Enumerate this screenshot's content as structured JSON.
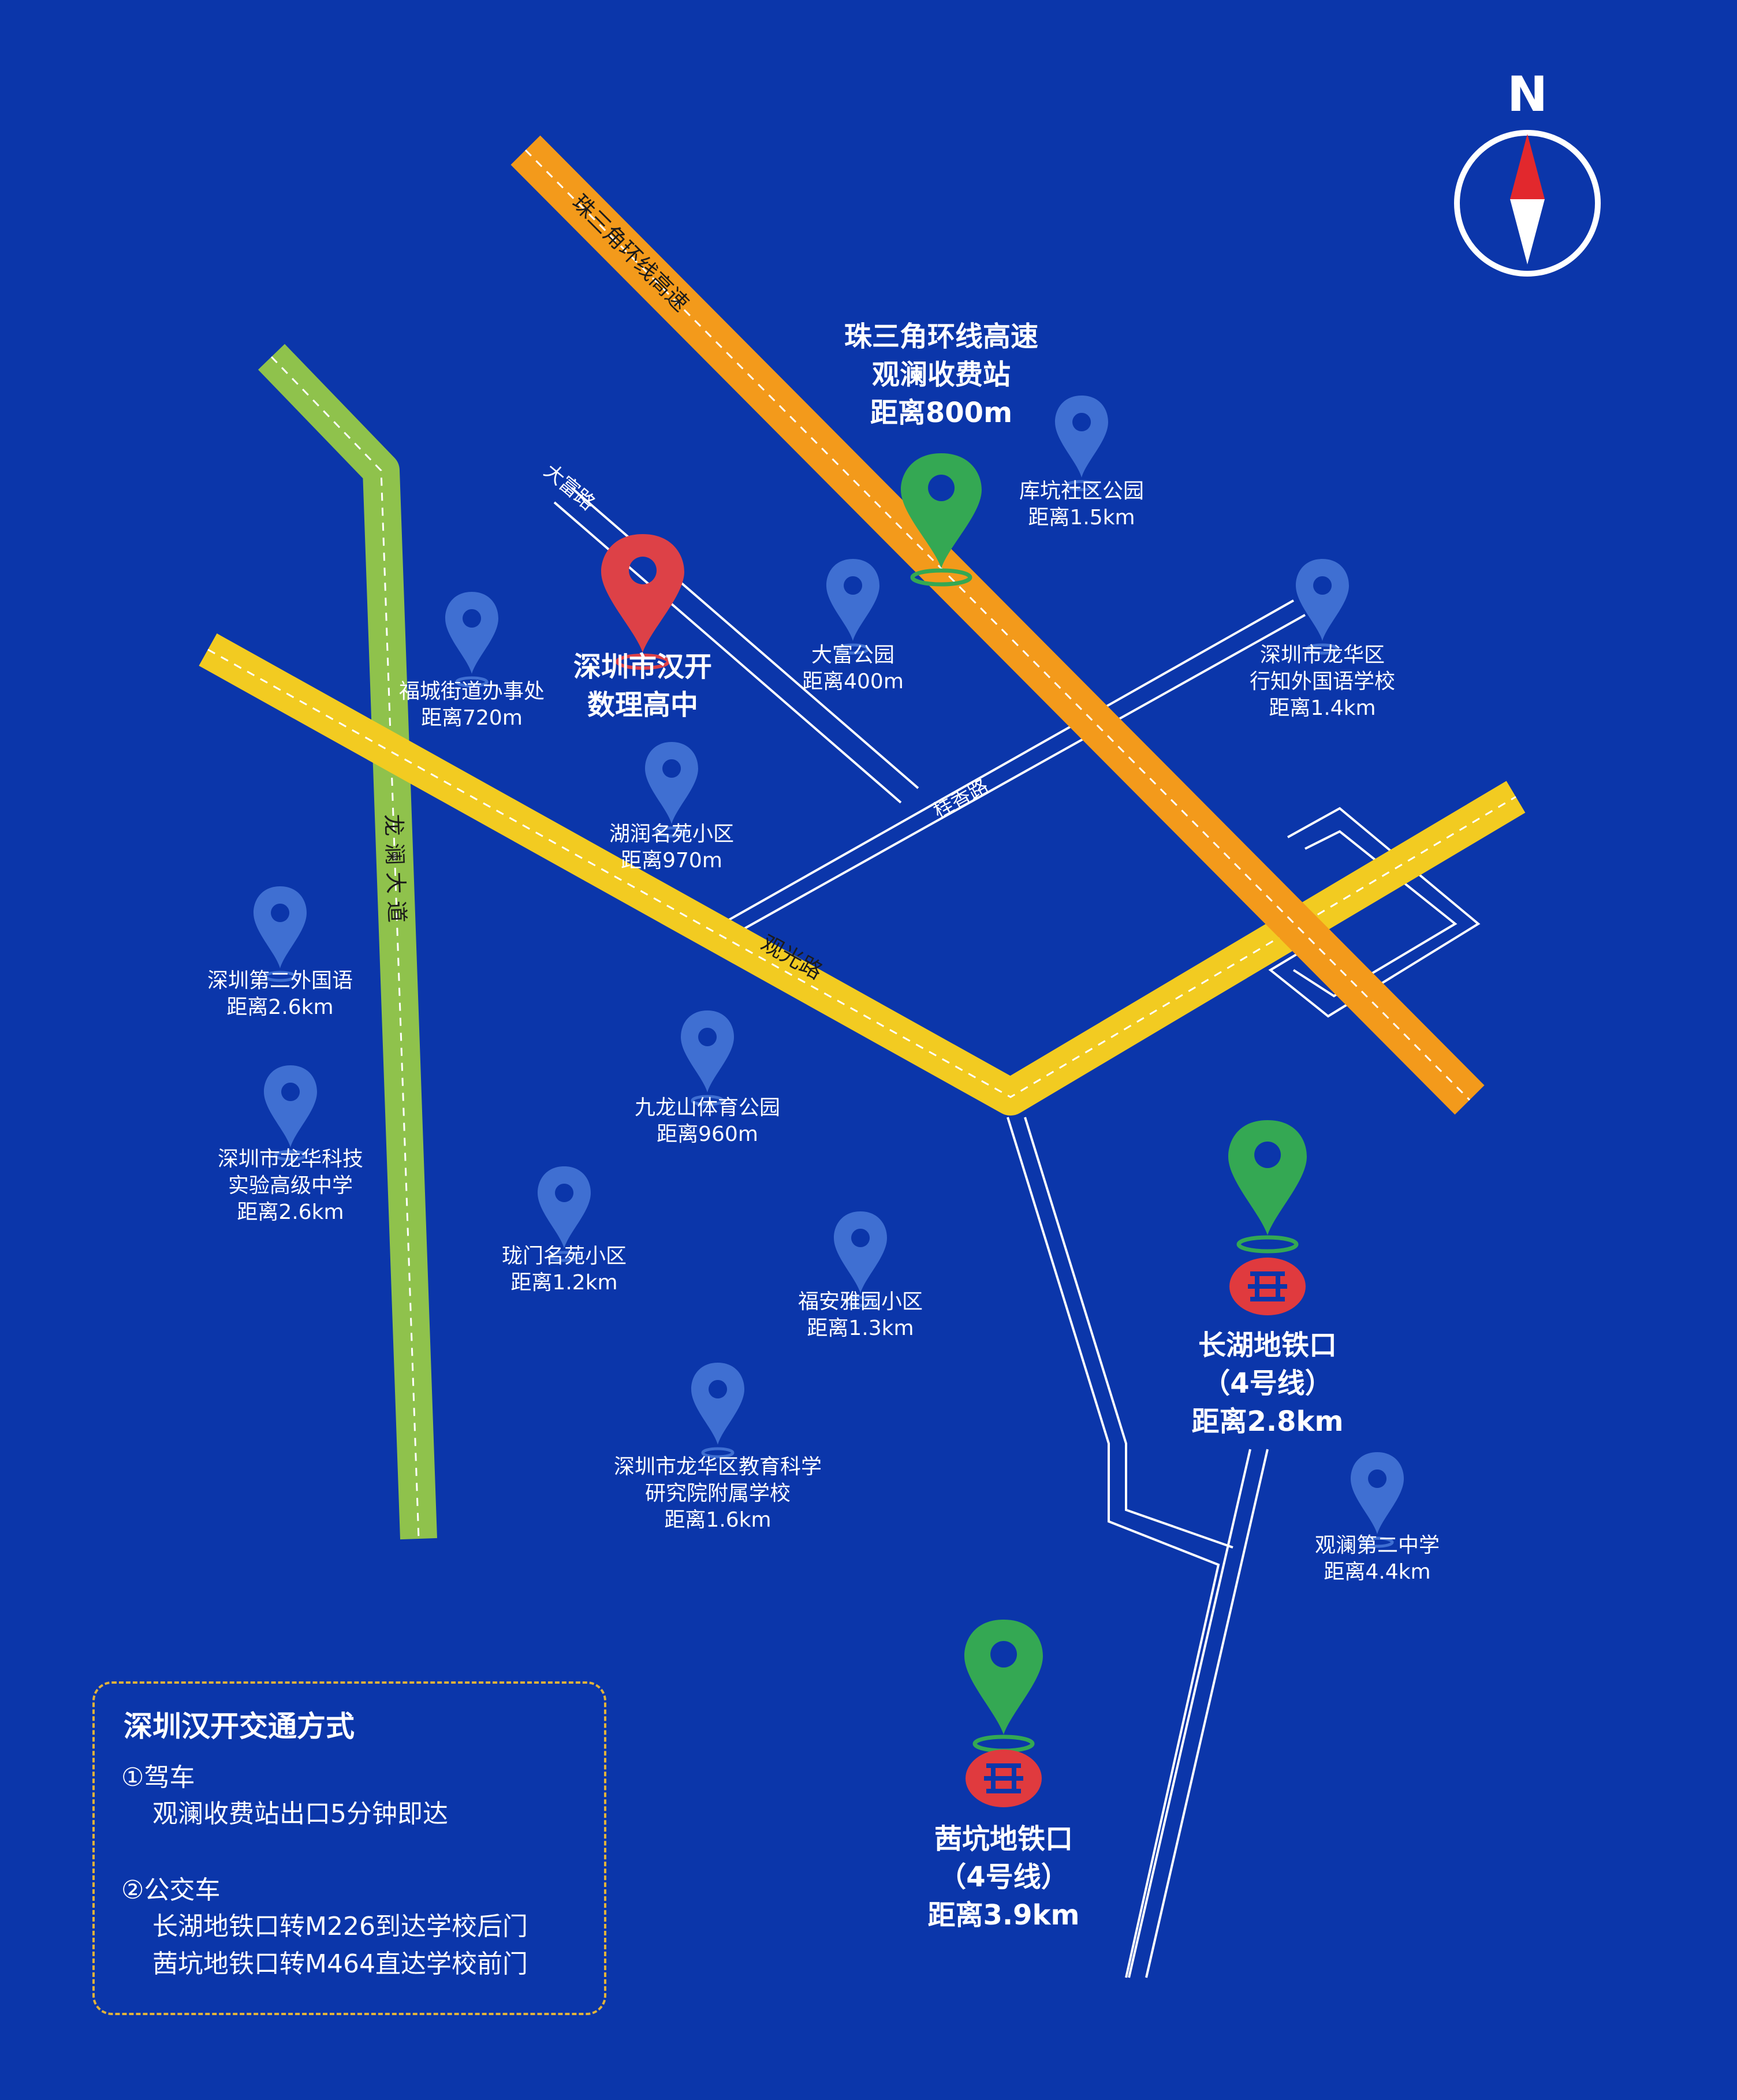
{
  "compass": {
    "label": "N",
    "icon": "north-arrow-icon"
  },
  "colors": {
    "background": "#0b36aa",
    "expressway": "#f39a1b",
    "main_road": "#f2cb21",
    "avenue": "#8fc24c",
    "school_pin": "#dd4147",
    "landmark_pin": "#34a853",
    "poi_pin": "#3f6fd2",
    "metro_badge": "#e03a3e"
  },
  "roads": {
    "expressway": "珠三角环线高速",
    "guanguang": "观光路",
    "longlan": "龙澜大道",
    "dafu": "大富路",
    "guixiang": "桂香路"
  },
  "school": {
    "lines": [
      "深圳市汉开",
      "数理高中"
    ],
    "icon": "school-pin-icon"
  },
  "toll": {
    "lines": [
      "珠三角环线高速",
      "观澜收费站",
      "距离800m"
    ],
    "icon": "toll-station-pin-icon"
  },
  "metro": [
    {
      "lines": [
        "长湖地铁口",
        "（4号线）",
        "距离2.8km"
      ],
      "icon": "metro-logo-icon"
    },
    {
      "lines": [
        "茜坑地铁口",
        "（4号线）",
        "距离3.9km"
      ],
      "icon": "metro-logo-icon"
    }
  ],
  "pois": [
    {
      "lines": [
        "库坑社区公园",
        "距离1.5km"
      ]
    },
    {
      "lines": [
        "大富公园",
        "距离400m"
      ]
    },
    {
      "lines": [
        "深圳市龙华区",
        "行知外国语学校",
        "距离1.4km"
      ]
    },
    {
      "lines": [
        "福城街道办事处",
        "距离720m"
      ]
    },
    {
      "lines": [
        "湖润名苑小区",
        "距离970m"
      ]
    },
    {
      "lines": [
        "深圳第二外国语",
        "距离2.6km"
      ]
    },
    {
      "lines": [
        "九龙山体育公园",
        "距离960m"
      ]
    },
    {
      "lines": [
        "深圳市龙华科技",
        "实验高级中学",
        "距离2.6km"
      ]
    },
    {
      "lines": [
        "珑门名苑小区",
        "距离1.2km"
      ]
    },
    {
      "lines": [
        "福安雅园小区",
        "距离1.3km"
      ]
    },
    {
      "lines": [
        "深圳市龙华区教育科学",
        "研究院附属学校",
        "距离1.6km"
      ]
    },
    {
      "lines": [
        "观澜第二中学",
        "距离4.4km"
      ]
    }
  ],
  "legend": {
    "title": "深圳汉开交通方式",
    "items": [
      {
        "heading": "①驾车",
        "details": [
          "观澜收费站出口5分钟即达"
        ]
      },
      {
        "heading": "②公交车",
        "details": [
          "长湖地铁口转M226到达学校后门",
          "茜坑地铁口转M464直达学校前门"
        ]
      }
    ]
  }
}
